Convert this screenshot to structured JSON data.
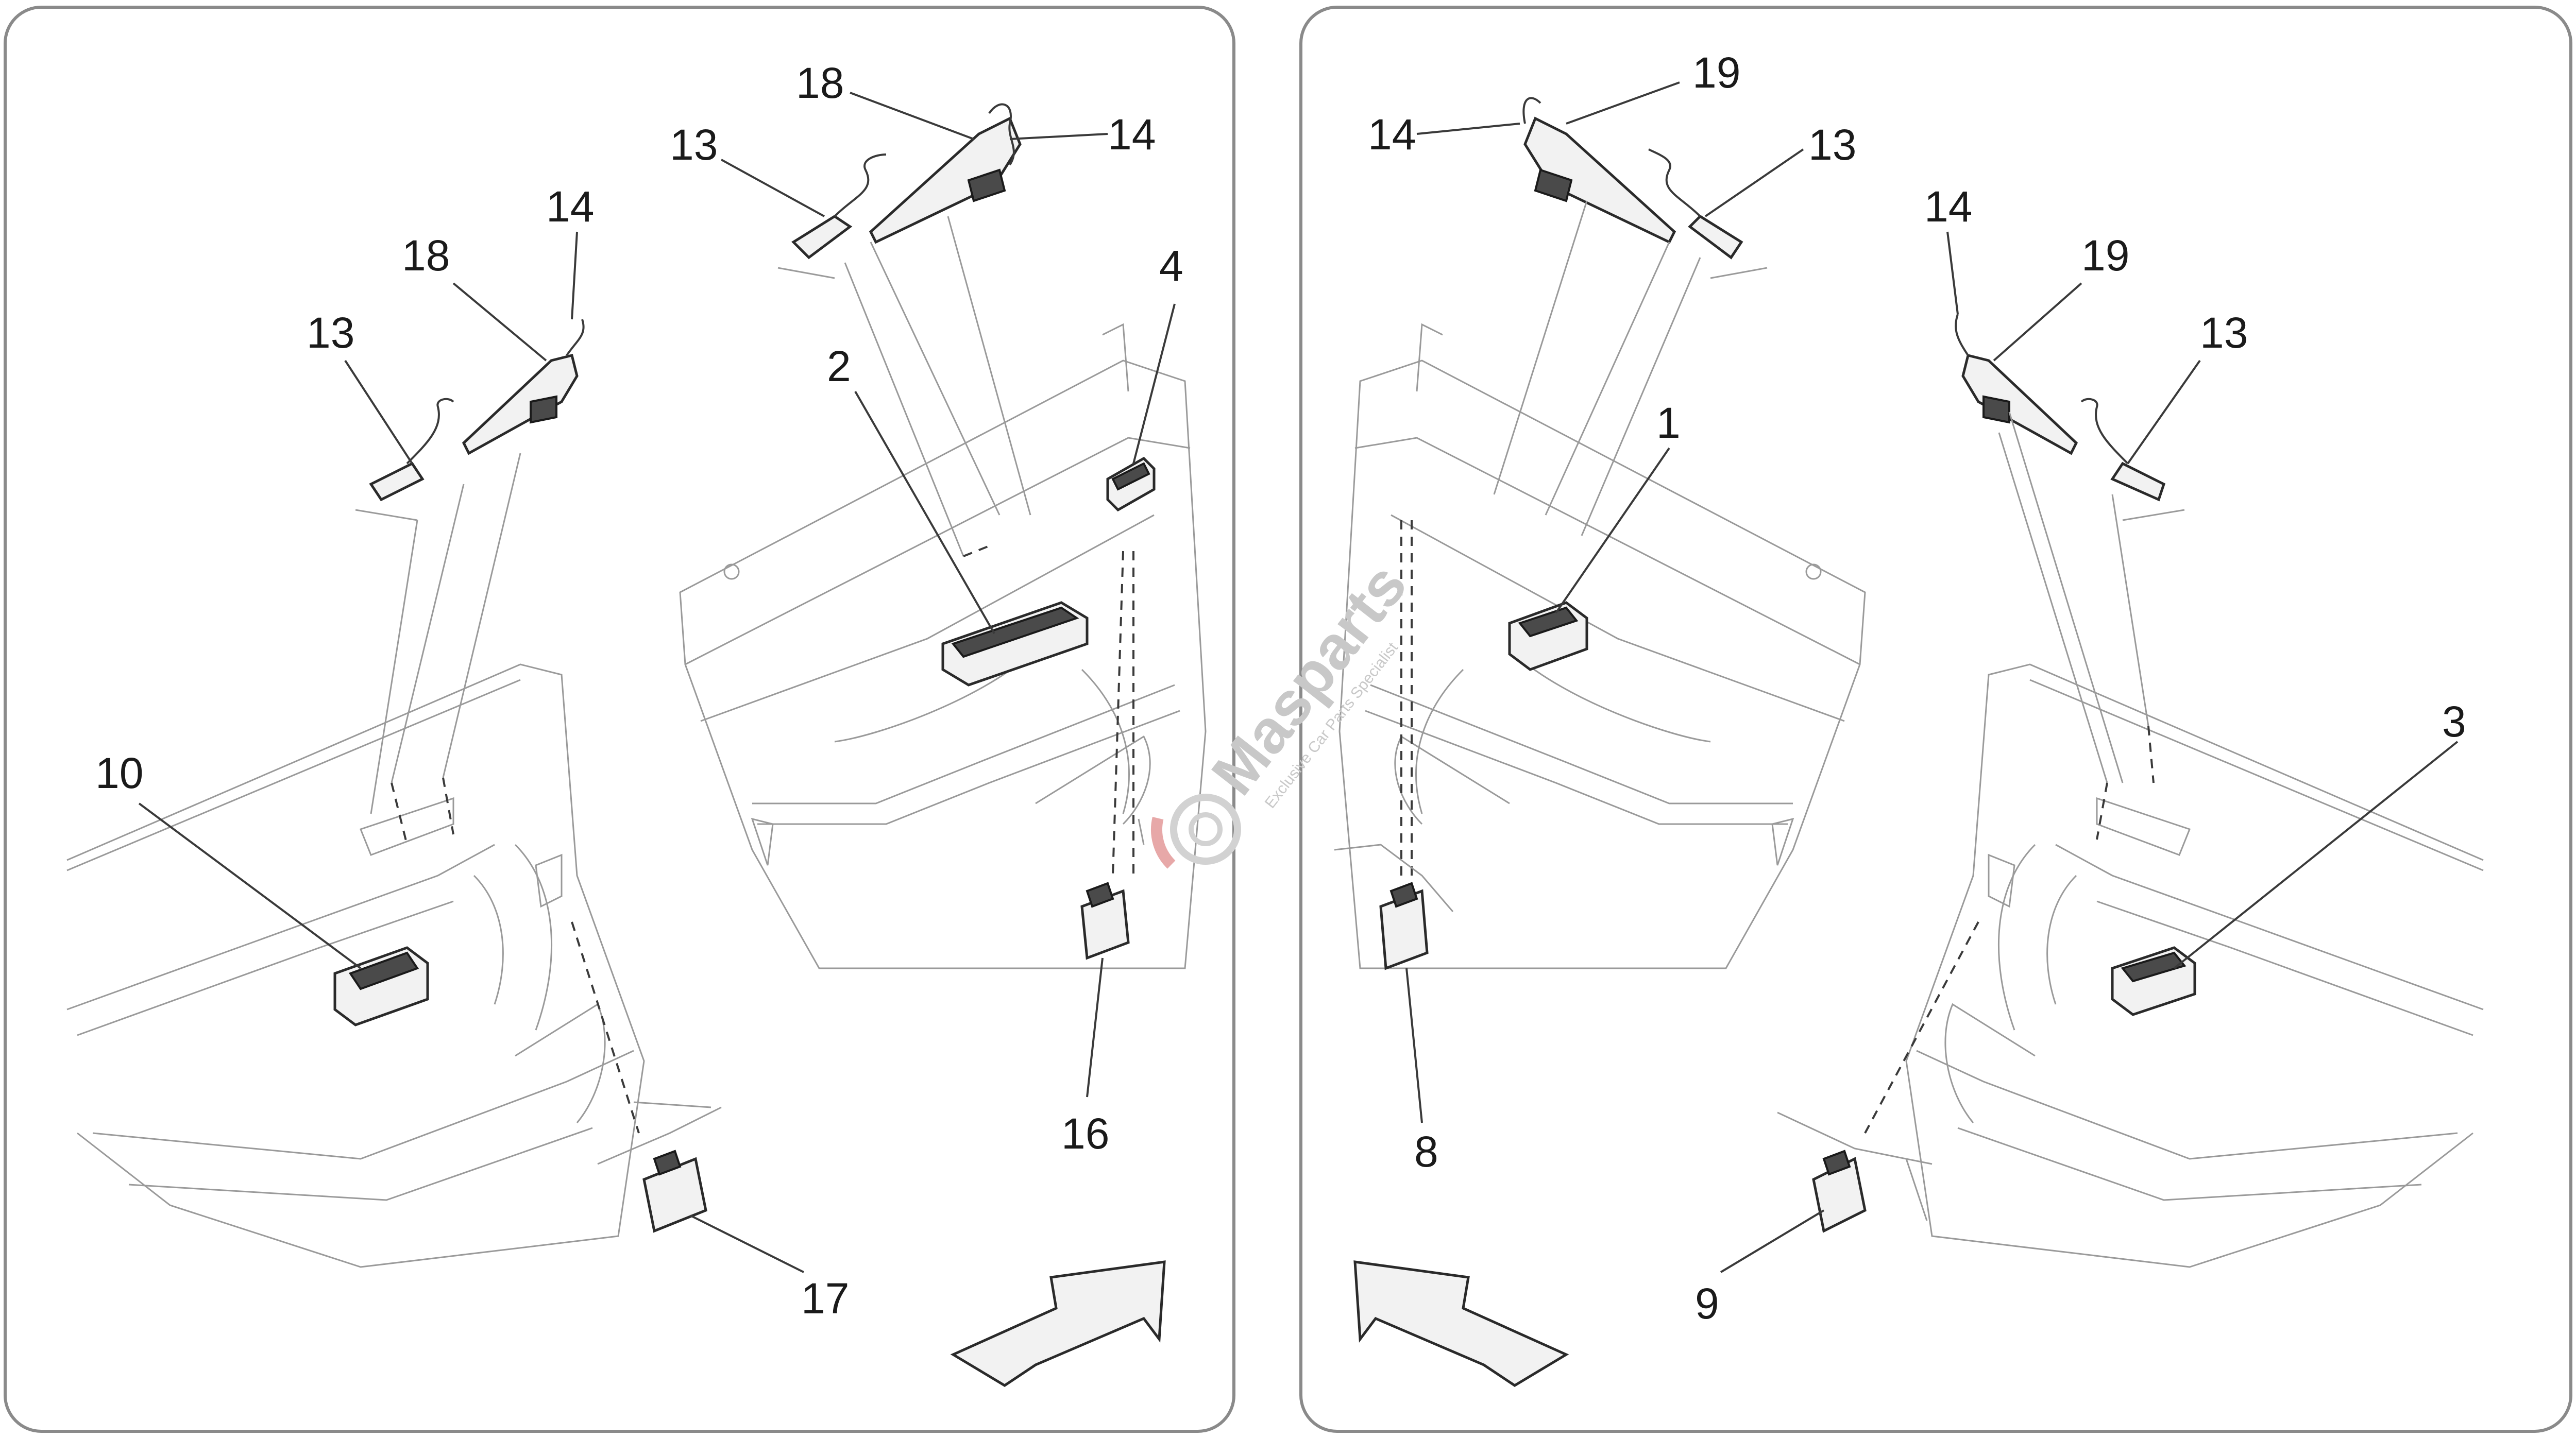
{
  "callouts": {
    "l_18": "18",
    "l_14_top": "14",
    "l_13_top": "13",
    "l_14_mid": "14",
    "l_18_mid": "18",
    "l_13_mid": "13",
    "l_4": "4",
    "l_2": "2",
    "l_10": "10",
    "l_16": "16",
    "l_17": "17",
    "r_19_top": "19",
    "r_14_top": "14",
    "r_13_top": "13",
    "r_14_mid": "14",
    "r_19_mid": "19",
    "r_13_mid": "13",
    "r_1": "1",
    "r_3": "3",
    "r_8": "8",
    "r_9": "9"
  },
  "watermark": {
    "brand": "Masparts",
    "tagline": "Exclusive Car Parts Specialist"
  }
}
